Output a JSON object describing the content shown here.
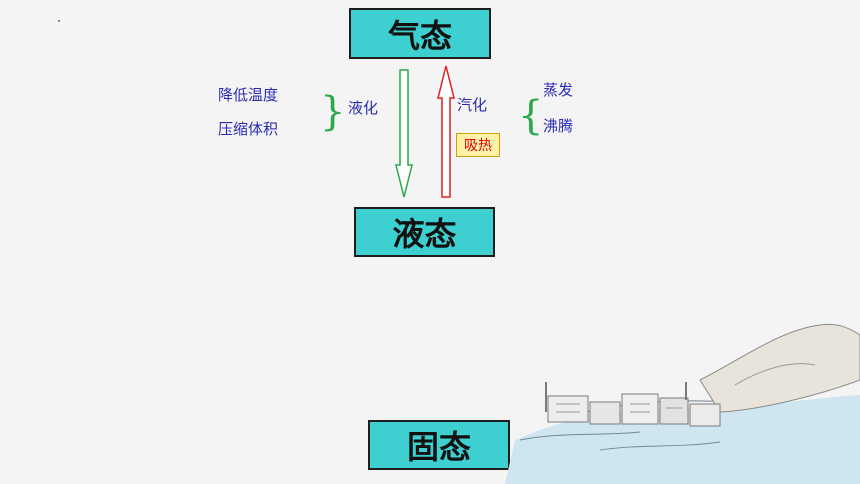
{
  "states": {
    "gas": "气态",
    "liquid": "液态",
    "solid": "固态"
  },
  "liquefaction": {
    "methods": [
      "降低温度",
      "压缩体积"
    ],
    "label": "液化"
  },
  "vaporization": {
    "label": "汽化",
    "heat": "吸热",
    "methods": [
      "蒸发",
      "沸腾"
    ]
  },
  "colors": {
    "box_fill": "#3ecfd0",
    "down_arrow": "#2aa84a",
    "up_arrow": "#e02020",
    "text_blue": "#2b2bb0"
  }
}
